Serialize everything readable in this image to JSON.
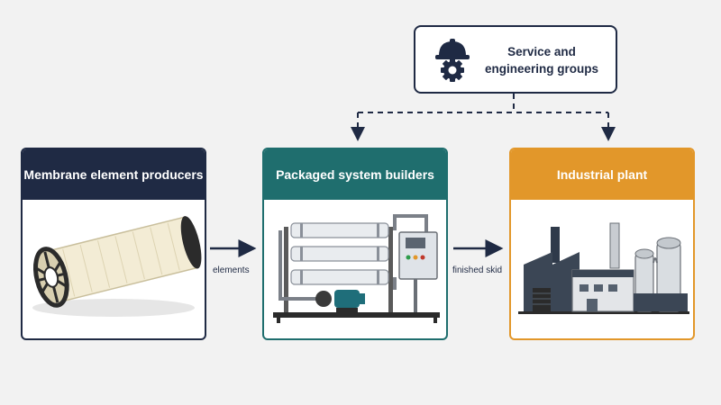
{
  "service": {
    "label": "Service and engineering groups",
    "icon": "engineer-helmet-gear-icon"
  },
  "panels": [
    {
      "title": "Membrane element producers",
      "color": "#1f2a44",
      "art": "membrane-element"
    },
    {
      "title": "Packaged system builders",
      "color": "#1f6e6e",
      "art": "ro-skid-system"
    },
    {
      "title": "Industrial plant",
      "color": "#e2972a",
      "art": "factory"
    }
  ],
  "flows": [
    {
      "label": "elements"
    },
    {
      "label": "finished skid"
    }
  ]
}
